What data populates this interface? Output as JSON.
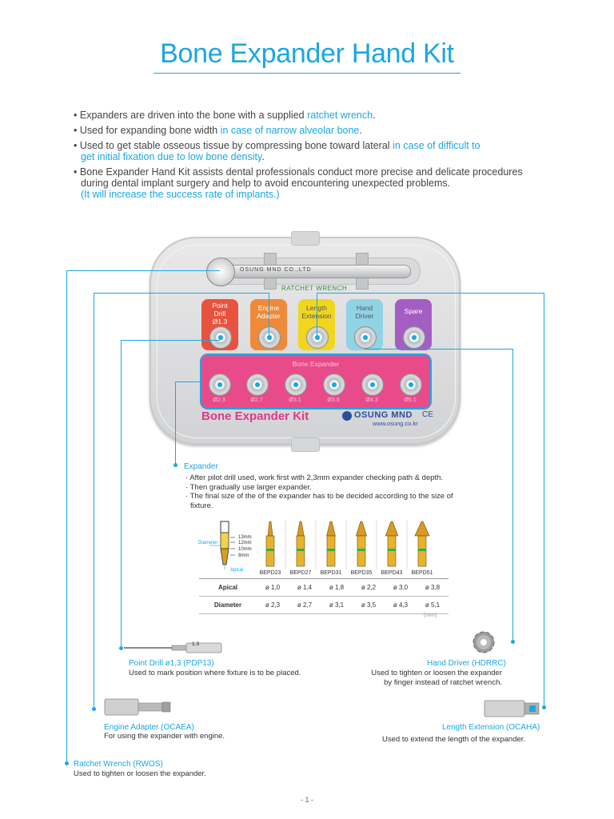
{
  "title": "Bone Expander Hand Kit",
  "bullets": {
    "b1_pre": "Expanders are driven into the bone with a supplied ",
    "b1_hl": "ratchet wrench",
    "b1_post": ".",
    "b2_pre": "Used for expanding bone width ",
    "b2_hl": "in case of narrow alveolar bone",
    "b2_post": ".",
    "b3_pre": "Used to get stable osseous tissue by compressing bone toward lateral ",
    "b3_hl1": "in case of difficult to",
    "b3_hl2": "get initial fixation due to low bone density",
    "b3_post": ".",
    "b4_line1": "Bone Expander Hand Kit assists dental professionals conduct more precise and delicate procedures",
    "b4_line2": "during dental implant surgery and help to avoid encountering unexpected problems.",
    "b4_hl": "(It will increase the success rate of implants.)"
  },
  "case": {
    "wrench_engraving": "OSUNG MND CO.,LTD",
    "ratchet_label": "RATCHET WRENCH",
    "slots": [
      {
        "label1": "Point",
        "label2": "Drill",
        "label3": "Ø1.3",
        "color": "#e8533f"
      },
      {
        "label1": "Engine",
        "label2": "Adapter",
        "label3": "",
        "color": "#ef8a3a"
      },
      {
        "label1": "Length",
        "label2": "Extension",
        "label3": "",
        "color": "#f0d61f"
      },
      {
        "label1": "Hand",
        "label2": "Driver",
        "label3": "",
        "color": "#8fd3e4"
      },
      {
        "label1": "Spare",
        "label2": "",
        "label3": "",
        "color": "#a45ec2"
      }
    ],
    "expander_label": "Bone Expander",
    "expander_sizes": [
      "Ø2.3",
      "Ø2.7",
      "Ø3.1",
      "Ø3.5",
      "Ø4.3",
      "Ø5.1"
    ],
    "kit_name": "Bone Expander Kit",
    "brand": "OSUNG MND",
    "ce": "CE",
    "url": "www.osung.co.kr"
  },
  "expander": {
    "heading": "Expander",
    "lines": [
      "· After pilot drill used, work first with 2,3mm expander checking path & depth.",
      "· Then gradually use larger expander.",
      "· The final size of the of the expander has to be decided according to the size of",
      "  fixture."
    ]
  },
  "spec": {
    "diagram_labels": {
      "diameter": "Diameter",
      "apical": "Apical",
      "m13": "13mm",
      "m12": "12mm",
      "m10": "10mm",
      "m8": "8mm"
    },
    "codes": [
      "BEPD23",
      "BEPD27",
      "BEPD31",
      "BEPD35",
      "BEPD43",
      "BEPD51"
    ],
    "rows": [
      {
        "label": "Apical",
        "values": [
          "ø 1,0",
          "ø 1,4",
          "ø 1,8",
          "ø 2,2",
          "ø 3,0",
          "ø 3,8"
        ]
      },
      {
        "label": "Diameter",
        "values": [
          "ø 2,3",
          "ø 2,7",
          "ø 3,1",
          "ø 3,5",
          "ø 4,3",
          "ø 5,1"
        ]
      }
    ],
    "unit": "(mm)"
  },
  "parts": {
    "point_drill": {
      "heading": "Point Drill ø1,3 (PDP13)",
      "text": "Used to mark position where fixture is to be placed.",
      "tag": "1.3"
    },
    "hand_driver": {
      "heading": "Hand Driver (HDRRC)",
      "text1": "Used to tighten or loosen the expander",
      "text2": "by finger instead of ratchet wrench."
    },
    "engine_adapter": {
      "heading": "Engine Adapter (OCAEA)",
      "text": "For using the expander with engine."
    },
    "length_extension": {
      "heading": "Length Extension (OCAHA)",
      "text": "Used to extend the length of the expander."
    },
    "ratchet_wrench": {
      "heading": "Ratchet Wrench (RWOS)",
      "text": "Used to tighten or loosen the expander."
    }
  },
  "page_number": "- 1 -"
}
